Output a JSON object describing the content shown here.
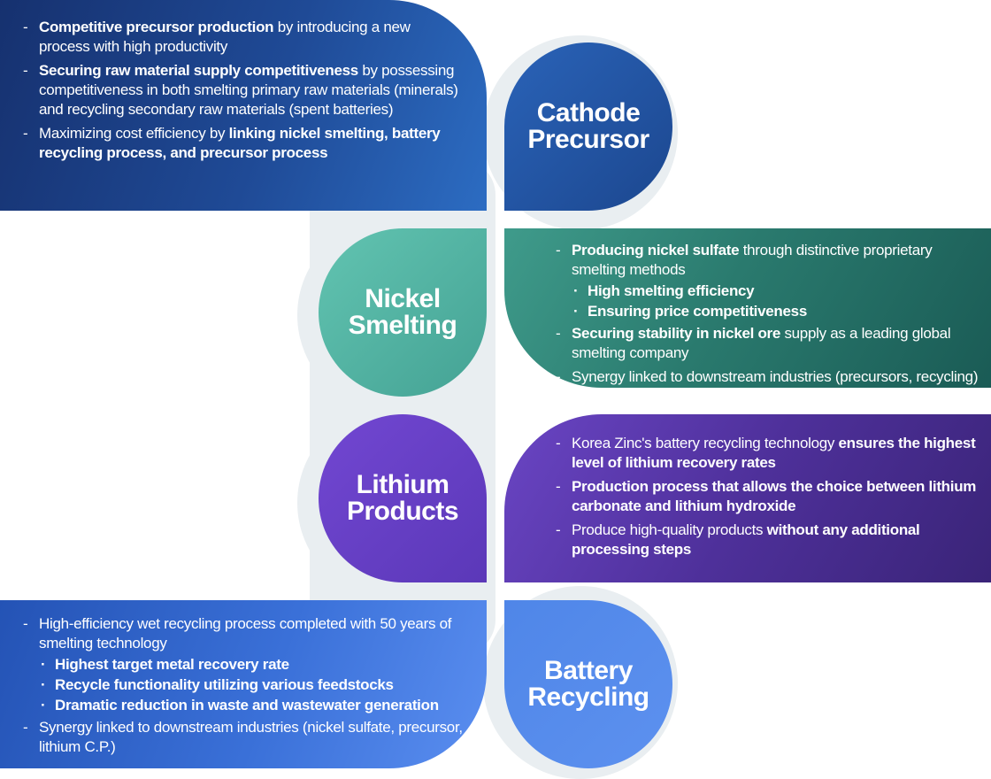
{
  "sections": {
    "cathode": {
      "title": "Cathode\nPrecursor",
      "color_from": "#1d4690",
      "color_to": "#2e6bc0",
      "items": [
        {
          "bold": "Competitive precursor production",
          "rest": " by introducing a new process with high productivity"
        },
        {
          "bold": "Securing raw material supply competitiveness",
          "rest": " by possessing competitiveness in both smelting primary raw materials (minerals) and recycling secondary raw materials (spent batteries)"
        },
        {
          "pre": "Maximizing cost efficiency by ",
          "bold": "linking nickel smelting, battery recycling process, and precursor process"
        }
      ]
    },
    "nickel": {
      "title": "Nickel\nSmelting",
      "color_from": "#5bbfac",
      "color_to": "#1f6f66",
      "item1": {
        "bold": "Producing nickel sulfate",
        "rest": " through distinctive proprietary smelting methods"
      },
      "subs": [
        "High smelting efficiency",
        "Ensuring price competitiveness"
      ],
      "item2": {
        "bold": "Securing stability in nickel ore",
        "rest": " supply as a leading global smelting company"
      },
      "item3": "Synergy linked to downstream industries (precursors, recycling)"
    },
    "lithium": {
      "title": "Lithium\nProducts",
      "color_from": "#6c45cc",
      "color_to": "#3c2a80",
      "items": [
        {
          "pre": "Korea Zinc's battery recycling technology ",
          "bold": "ensures the highest level of lithium recovery rates"
        },
        {
          "bold": "Production process that allows the choice between lithium carbonate and lithium hydroxide"
        },
        {
          "pre": "Produce high-quality products ",
          "bold": "without any additional processing steps"
        }
      ]
    },
    "battery": {
      "title": "Battery\nRecycling",
      "color_from": "#2d5fc4",
      "color_to": "#5a8ef0",
      "item1": "High-efficiency wet recycling process completed with 50 years of smelting technology",
      "subs": [
        "Highest target metal recovery rate",
        "Recycle functionality utilizing various feedstocks",
        "Dramatic reduction in waste and wastewater generation"
      ],
      "item2": "Synergy linked to downstream industries (nickel sulfate, precursor, lithium C.P.)"
    }
  }
}
